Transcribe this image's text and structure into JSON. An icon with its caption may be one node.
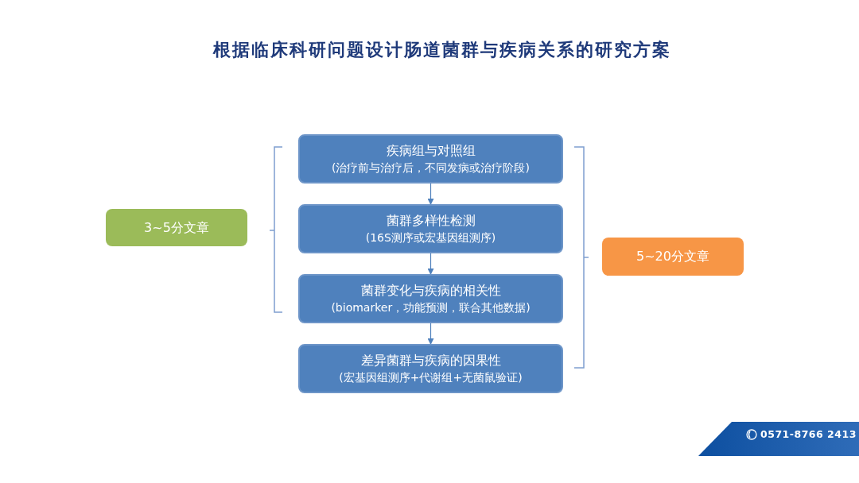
{
  "diagram": {
    "title": "根据临床科研问题设计肠道菌群与疾病关系的研究方案",
    "nodes": [
      {
        "text": [
          "3~5分文章"
        ]
      },
      {
        "text": [
          "疾病组与对照组",
          "(治疗前与治疗后，不同发病或治疗阶段)"
        ]
      },
      {
        "text": [
          "菌群多样性检测",
          "(16S测序或宏基因组测序)"
        ]
      },
      {
        "text": [
          "菌群变化与疾病的相关性",
          "(biomarker，功能预测，联合其他数据)"
        ]
      },
      {
        "text": [
          "差异菌群与疾病的因果性",
          "(宏基因组测序+代谢组+无菌鼠验证)"
        ]
      },
      {
        "text": [
          "5~20分文章"
        ]
      }
    ],
    "edges": [
      {
        "from": 1,
        "to": 2,
        "arrow": "to"
      },
      {
        "from": 2,
        "to": 3,
        "arrow": "to"
      },
      {
        "from": 3,
        "to": 4,
        "arrow": "to"
      }
    ],
    "labels": [
      "0571-8766 2413"
    ]
  }
}
